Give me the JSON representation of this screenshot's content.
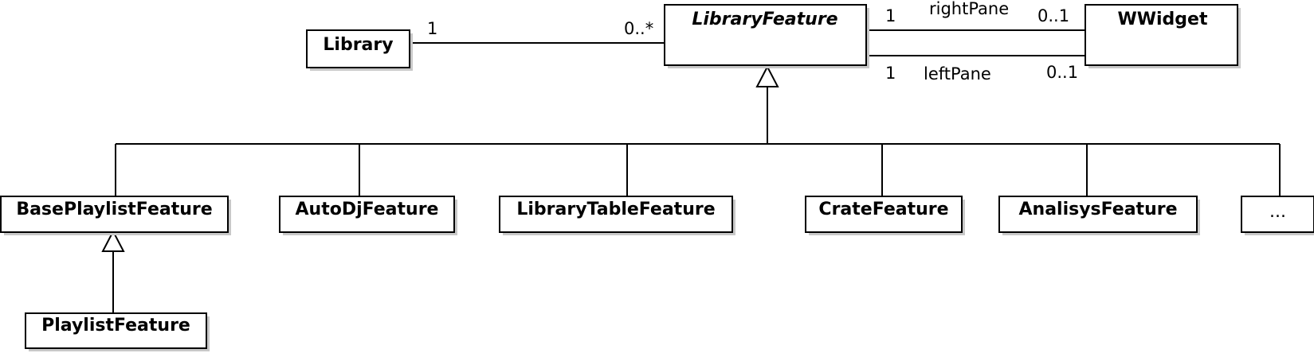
{
  "classes": {
    "library": "Library",
    "library_feature": "LibraryFeature",
    "wwidget": "WWidget",
    "base_playlist_feature": "BasePlaylistFeature",
    "auto_dj_feature": "AutoDjFeature",
    "library_table_feature": "LibraryTableFeature",
    "crate_feature": "CrateFeature",
    "analisys_feature": "AnalisysFeature",
    "more": "...",
    "playlist_feature": "PlaylistFeature"
  },
  "associations": {
    "library_to_feature": {
      "source_multiplicity": "1",
      "target_multiplicity": "0..*"
    },
    "right_pane": {
      "role": "rightPane",
      "source_multiplicity": "1",
      "target_multiplicity": "0..1"
    },
    "left_pane": {
      "role": "leftPane",
      "source_multiplicity": "1",
      "target_multiplicity": "0..1"
    }
  }
}
